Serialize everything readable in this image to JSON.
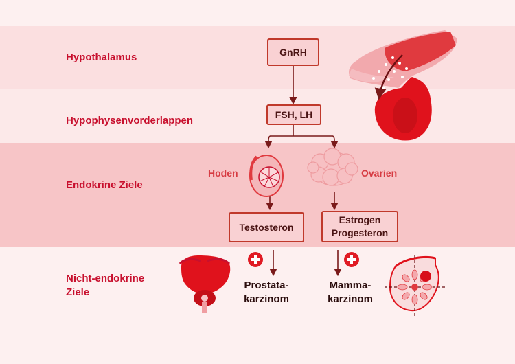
{
  "rows": {
    "hypothalamus": "Hypothalamus",
    "pituitary": "Hypophysenvorderlappen",
    "endocrine": "Endokrine Ziele",
    "nonendocrine_line1": "Nicht-endokrine",
    "nonendocrine_line2": "Ziele"
  },
  "hormones": {
    "gnrh": "GnRH",
    "fsh_lh": "FSH, LH",
    "testosterone": "Testosteron",
    "estrogen": "Estrogen",
    "progesterone": "Progesteron"
  },
  "organs": {
    "testis": "Hoden",
    "ovaries": "Ovarien"
  },
  "targets": {
    "prostate_line1": "Prostata-",
    "prostate_line2": "karzinom",
    "breast_line1": "Mamma-",
    "breast_line2": "karzinom"
  },
  "colors": {
    "label_red": "#c8102e",
    "band_light": "#fbe3e4",
    "band_dark": "#f7c9cb",
    "arrow": "#7a1a1a",
    "box_fill": "#f9d1d3"
  },
  "icons": [
    "brain-pituitary-icon",
    "testis-icon",
    "ovaries-icon",
    "prostate-bladder-icon",
    "breast-icon",
    "stimulate-plus-icon"
  ]
}
